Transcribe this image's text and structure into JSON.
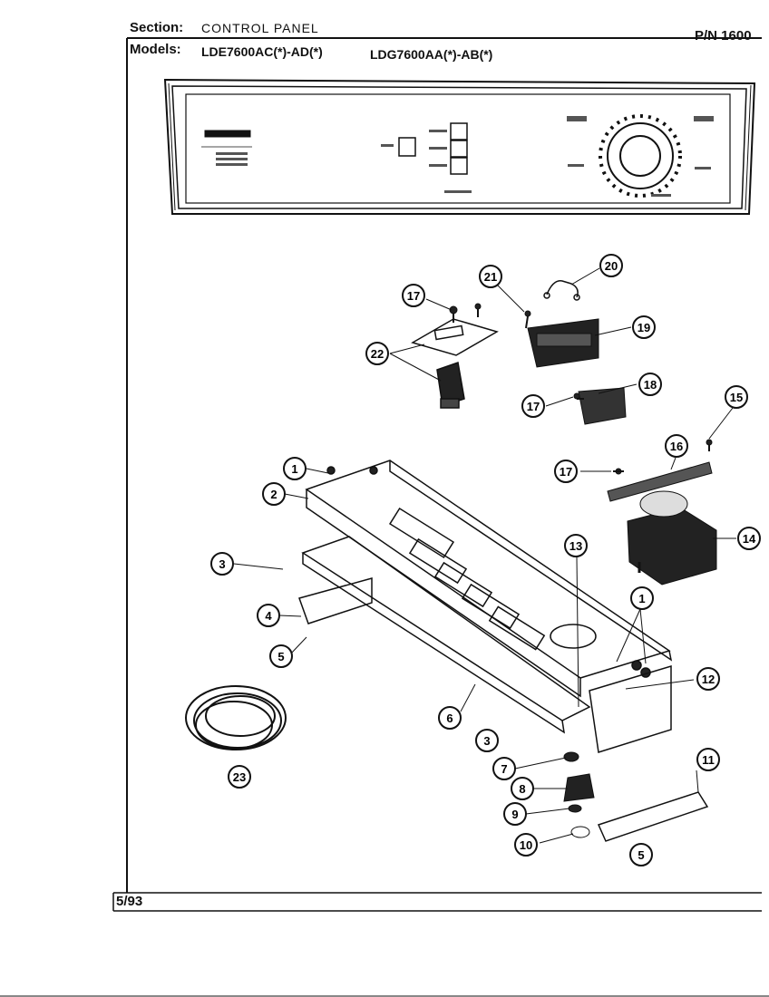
{
  "header": {
    "section_label": "Section:",
    "section_value": "CONTROL PANEL",
    "part_number": "P/N 1600",
    "models_label": "Models:",
    "model_1": "LDE7600AC(*)-AD(*)",
    "model_2": "LDG7600AA(*)-AB(*)"
  },
  "footer": {
    "date": "5/93"
  },
  "callouts": [
    "1",
    "2",
    "3",
    "4",
    "5",
    "6",
    "7",
    "8",
    "9",
    "10",
    "11",
    "12",
    "13",
    "14",
    "15",
    "16",
    "17",
    "18",
    "19",
    "20",
    "21",
    "22",
    "23"
  ]
}
